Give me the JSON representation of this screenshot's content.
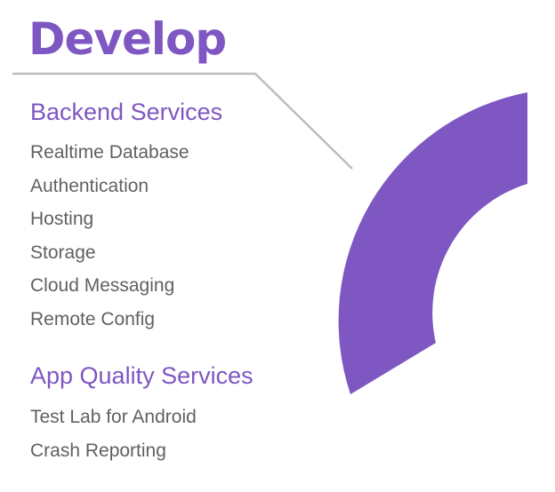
{
  "title": "Develop",
  "sections": [
    {
      "heading": "Backend Services",
      "items": [
        "Realtime Database",
        "Authentication",
        "Hosting",
        "Storage",
        "Cloud Messaging",
        "Remote Config"
      ]
    },
    {
      "heading": "App Quality Services",
      "items": [
        "Test Lab for Android",
        "Crash Reporting"
      ]
    }
  ],
  "colors": {
    "accent": "#7e57c2",
    "text": "#616161",
    "connector": "#bdbdbd"
  }
}
